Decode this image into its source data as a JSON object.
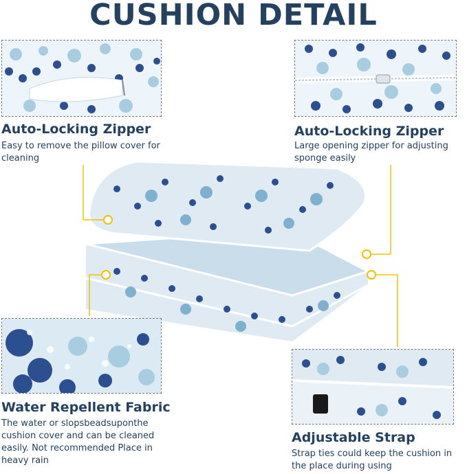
{
  "title": "CUSHION DETAIL",
  "features": {
    "top_left": {
      "heading": "Auto-Locking Zipper",
      "description": "Easy to remove the pillow cover for cleaning"
    },
    "top_right": {
      "heading": "Auto-Locking Zipper",
      "description": "Large opening zipper for adjusting sponge easily"
    },
    "bottom_left": {
      "heading": "Water Repellent Fabric",
      "description": "The water or slopsbeadsuponthe cushion cover and can be cleaned easily. Not recommended Place in heavy rain"
    },
    "bottom_right": {
      "heading": "Adjustable Strap",
      "description": "Strap ties could keep the cushion in the place during using"
    }
  },
  "colors": {
    "navy": "#24415f",
    "pattern_dark": "#2c4f8f",
    "pattern_light": "#a9cde0",
    "leader": "#f2c200"
  }
}
